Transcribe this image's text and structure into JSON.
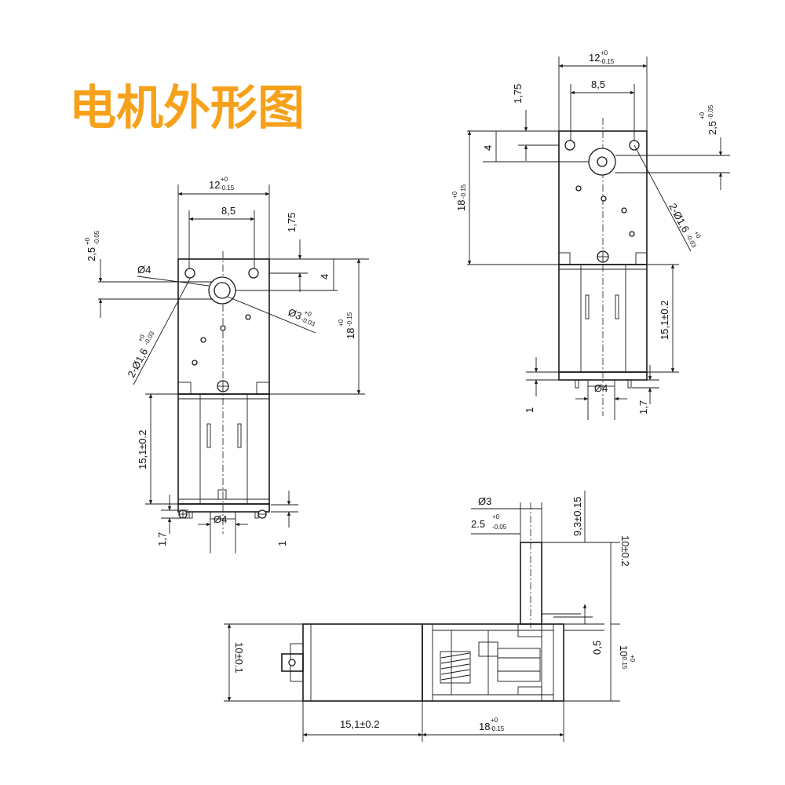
{
  "title": "电机外形图",
  "colors": {
    "title": "#F7A11A",
    "line": "#1a1a1a"
  },
  "left_view": {
    "width_main": "12",
    "width_tol_up": "+0",
    "width_tol_dn": "-0.15",
    "inner_width": "8,5",
    "dim_175": "1,75",
    "dim_25_main": "2,5",
    "dim_25_up": "+0",
    "dim_25_dn": "-0.05",
    "dim_4": "4",
    "dia4": "Ø4",
    "dia3_main": "Ø3",
    "dia3_up": "+0",
    "dia3_dn": "-0.03",
    "holes_main": "2-Ø1,6",
    "holes_up": "+0",
    "holes_dn": "-0.03",
    "height_main": "18",
    "height_up": "+0",
    "height_dn": "-0.15",
    "motor_len": "15,1±0.2",
    "dim_17": "1,7",
    "shaft_dia": "Ø4",
    "dim_1": "1"
  },
  "right_view": {
    "width_main": "12",
    "width_tol_up": "+0",
    "width_tol_dn": "-0.15",
    "inner_width": "8,5",
    "dim_175": "1,75",
    "dim_25_main": "2,5",
    "dim_25_up": "+0",
    "dim_25_dn": "-0.05",
    "dim_4": "4",
    "height_main": "18",
    "height_up": "+0",
    "height_dn": "-0.15",
    "holes_main": "2-Ø1,6",
    "holes_up": "+0",
    "holes_dn": "-0.03",
    "motor_len": "15,1±0.2",
    "shaft_dia": "Ø4",
    "dim_1": "1",
    "dim_17": "1,7"
  },
  "side_view": {
    "dia3": "Ø3",
    "dim_25_main": "2.5",
    "dim_25_up": "+0",
    "dim_25_dn": "-0.05",
    "dim_93": "9,3±0.15",
    "dim_10_top": "10±0.2",
    "dim_10_left": "10±0.1",
    "dim_05": "0,5",
    "right_h_main": "10",
    "right_h_up": "+0",
    "right_h_dn": "-0.15",
    "motor_len": "15,1±0.2",
    "gear_len_main": "18",
    "gear_len_up": "+0",
    "gear_len_dn": "-0.15"
  }
}
